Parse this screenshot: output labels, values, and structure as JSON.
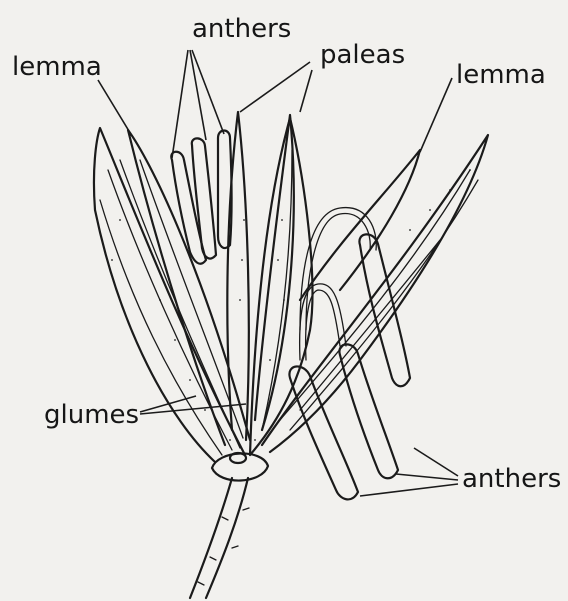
{
  "labels": {
    "anthers_top": "anthers",
    "paleas": "paleas",
    "lemma_left": "lemma",
    "lemma_right": "lemma",
    "glumes": "glumes",
    "anthers_bottom": "anthers"
  }
}
